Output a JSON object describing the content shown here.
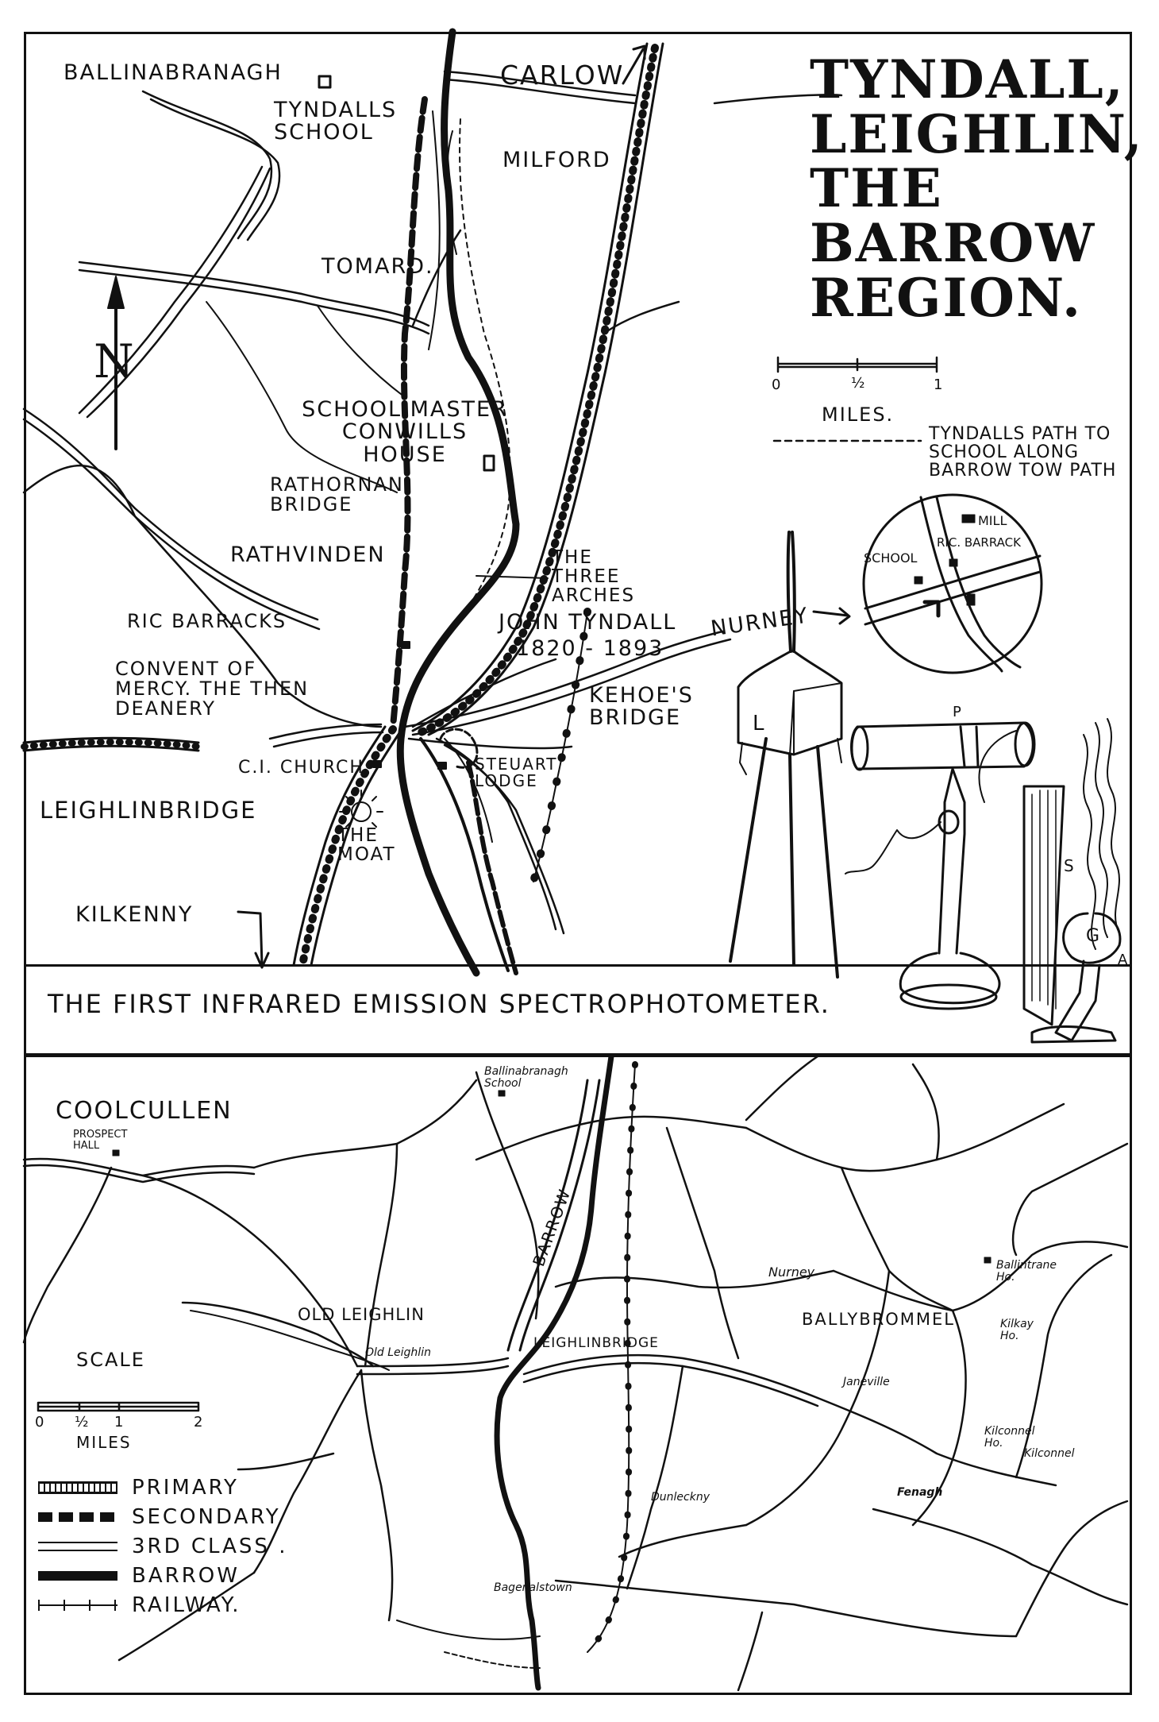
{
  "title_lines": [
    "TYNDALL,",
    "LEIGHLIN,",
    "THE",
    "BARROW",
    "REGION."
  ],
  "caption": "THE FIRST INFRARED EMISSION SPECTROPHOTOMETER.",
  "top_map": {
    "places": {
      "ballinabranagh": "BALLINABRANAGH",
      "tyndalls_school": "TYNDALLS SCHOOL",
      "carlow": "CARLOW",
      "milford": "MILFORD",
      "tomard": "TOMARD.",
      "schoolmaster": "SCHOOL MASTER CONWILLS HOUSE",
      "rathornan": "RATHORNAN BRIDGE",
      "rathvinden": "RATHVINDEN",
      "three_arches": "THE THREE ARCHES",
      "john_tyndall": "JOHN TYNDALL",
      "john_tyndall_years": "1820 - 1893",
      "ric_barracks": "RIC BARRACKS",
      "convent": "CONVENT OF MERCY. THE THEN DEANERY",
      "nurney": "NURNEY",
      "kehoes_bridge": "KEHOE'S BRIDGE",
      "ci_church": "C.I. CHURCH",
      "steuart_lodge": "STEUART LODGE",
      "leighlinbridge": "LEIGHLINBRIDGE",
      "the_moat": "THE MOAT",
      "kilkenny": "KILKENNY"
    },
    "scale": {
      "zero": "0",
      "half": "½",
      "one": "1",
      "unit": "MILES."
    },
    "path_legend": "TYNDALLS PATH TO SCHOOL ALONG BARROW TOW PATH",
    "inset": {
      "school": "SCHOOL",
      "mill": "MILL",
      "ric": "RIC. BARRACK"
    },
    "apparatus": {
      "L": "L",
      "P": "P",
      "S": "S",
      "G": "G",
      "A": "A"
    }
  },
  "bottom_map": {
    "places": {
      "coolcullen": "COOLCULLEN",
      "prospect_hall": "PROSPECT HALL",
      "ballinabranagh_school": "Ballinabranagh School",
      "barrow": "BARROW",
      "old_leighlin": "OLD LEIGHLIN",
      "old_leighlin_small": "Old Leighlin",
      "leighlinbridge": "LEIGHLINBRIDGE",
      "nurney": "Nurney",
      "ballybrommel": "BALLYBROMMEL",
      "ballintrane": "Ballintrane Ho.",
      "kilkay": "Kilkay Ho.",
      "janeville": "Janeville",
      "kilconnel_ho": "Kilconnel Ho.",
      "kilconnel": "Kilconnel",
      "fenagh": "Fenagh",
      "dunleckny": "Dunleckny",
      "bagenalstown": "Bagenalstown"
    },
    "scale": {
      "title": "SCALE",
      "zero": "0",
      "half": "½",
      "one": "1",
      "two": "2",
      "unit": "MILES"
    },
    "legend": [
      "PRIMARY",
      "SECONDARY",
      "3RD CLASS .",
      "BARROW",
      "RAILWAY."
    ]
  }
}
